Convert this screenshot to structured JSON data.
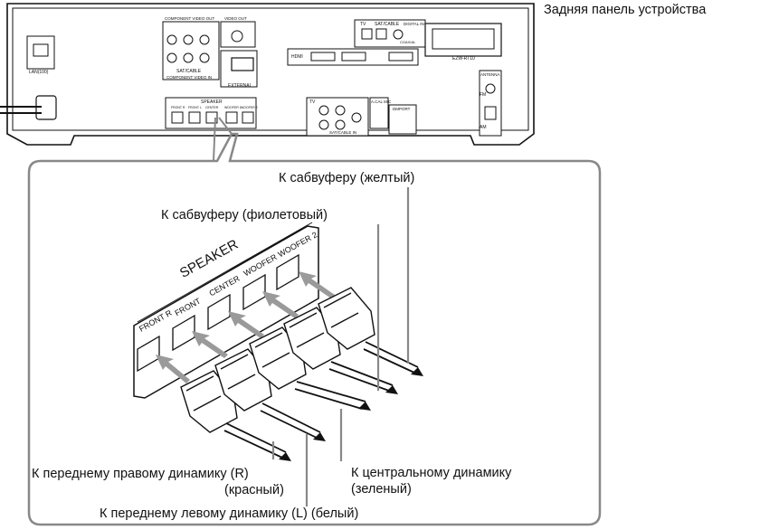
{
  "captions": {
    "rear_panel": "Задняя панель устройства",
    "woofer_yellow": "К сабвуферу (желтый)",
    "woofer_purple": "К сабвуферу (фиолетовый)",
    "front_right_line1": "К переднему правому динамику (R)",
    "front_right_line2": "(красный)",
    "center_line1": "К центральному динамику",
    "center_line2": "(зеленый)",
    "front_left": "К переднему левому динамику (L) (белый)"
  },
  "panel": {
    "lan": "LAN(100)",
    "component_video_out": "COMPONENT VIDEO OUT",
    "video_out": "VIDEO OUT",
    "sat_cable": "SAT/CABLE",
    "component_video_in": "COMPONENT VIDEO IN",
    "external": "EXTERNAL",
    "hdmi": "HDMI",
    "tv": "TV",
    "sat_cable_top": "SAT/CABLE",
    "digital_in": "DIGITAL IN",
    "coaxial": "COAXIAL",
    "ezw": "EZW-RT10",
    "antenna": "ANTENNA",
    "fm": "FM",
    "am": "AM",
    "speaker": "SPEAKER",
    "front_r": "FRONT R",
    "front_l": "FRONT L",
    "center": "CENTER",
    "woofer1": "WOOFER 1",
    "woofer2": "WOOFER 2",
    "tv_audio": "TV",
    "sat_cable_in": "SAT/CABLE IN",
    "a_cal": "A.CAL MIC",
    "dmport": "DMPORT"
  },
  "closeup": {
    "speaker": "SPEAKER",
    "front_r": "FRONT R",
    "front": "FRONT",
    "center": "CENTER",
    "woofer": "WOOFER",
    "woofer2": "WOOFER 2"
  }
}
